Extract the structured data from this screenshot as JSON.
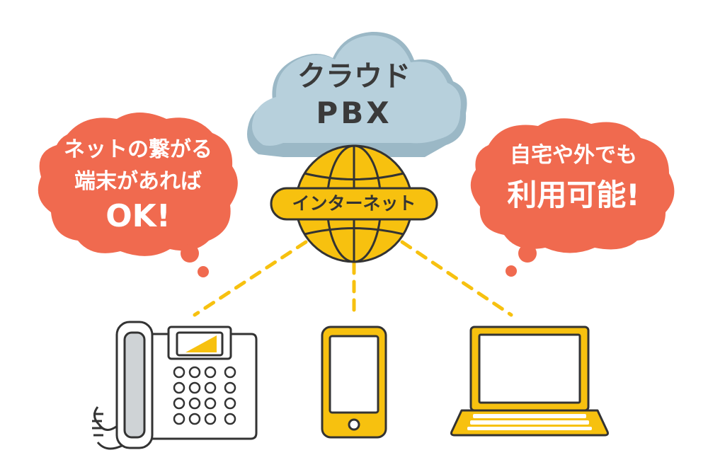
{
  "cloud": {
    "line1": "クラウド",
    "line2": "PBX"
  },
  "internet": {
    "label": "インターネット"
  },
  "left_bubble": {
    "line1": "ネットの繋がる",
    "line2": "端末があれば",
    "line3": "OK!"
  },
  "right_bubble": {
    "line1": "自宅や外でも",
    "line2": "利用可能!"
  },
  "devices": [
    "desk-phone",
    "smartphone",
    "laptop"
  ],
  "colors": {
    "cloud": "#b7d0dc",
    "cloud_shade": "#9bb8c6",
    "bubble": "#f06a4f",
    "yellow": "#f7c10f",
    "outline": "#333333",
    "white": "#ffffff",
    "gray": "#cfd3d6"
  }
}
